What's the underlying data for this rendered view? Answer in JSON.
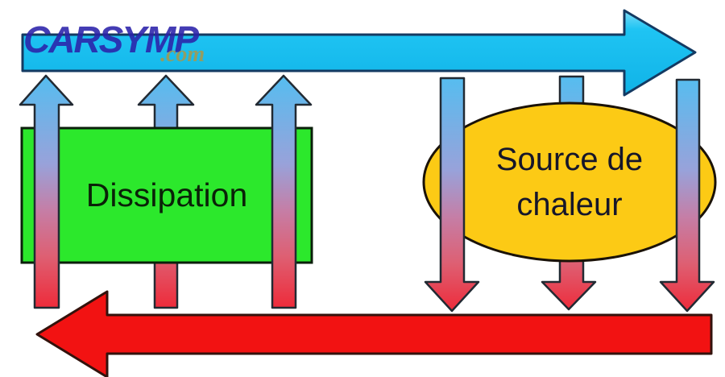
{
  "watermark": {
    "brand": "CARSYMP",
    "domain_suffix": ".com"
  },
  "nodes": {
    "dissipation": {
      "label": "Dissipation",
      "shape": "rectangle",
      "fill": "#2ce82c"
    },
    "heat_source": {
      "label_lines": [
        "Source de",
        "chaleur"
      ],
      "shape": "ellipse",
      "fill": "#fcca15"
    }
  },
  "flows": {
    "top_arrow": {
      "icon": "right-arrow-icon",
      "direction": "left-to-right",
      "color": "#1fc4f3"
    },
    "bottom_arrow": {
      "icon": "left-arrow-icon",
      "direction": "right-to-left",
      "color": "#f21212"
    },
    "rising_arrows": {
      "icon": "up-arrow-icon",
      "count": 3,
      "gradient": [
        "#55bdf0",
        "#ee2b3a"
      ]
    },
    "falling_arrows": {
      "icon": "down-arrow-icon",
      "count": 3,
      "gradient": [
        "#3cc0f2",
        "#ee2030"
      ]
    }
  },
  "colors": {
    "cyan_arrow": "#1fc4f3",
    "red_arrow": "#f21212",
    "green_box": "#2ce82c",
    "gold_ellipse": "#fcca15",
    "gradient_top": "#55bdf0",
    "gradient_bottom": "#ee2b3a",
    "watermark_blue": "#2b22aa",
    "watermark_olive": "#9f9a55"
  }
}
